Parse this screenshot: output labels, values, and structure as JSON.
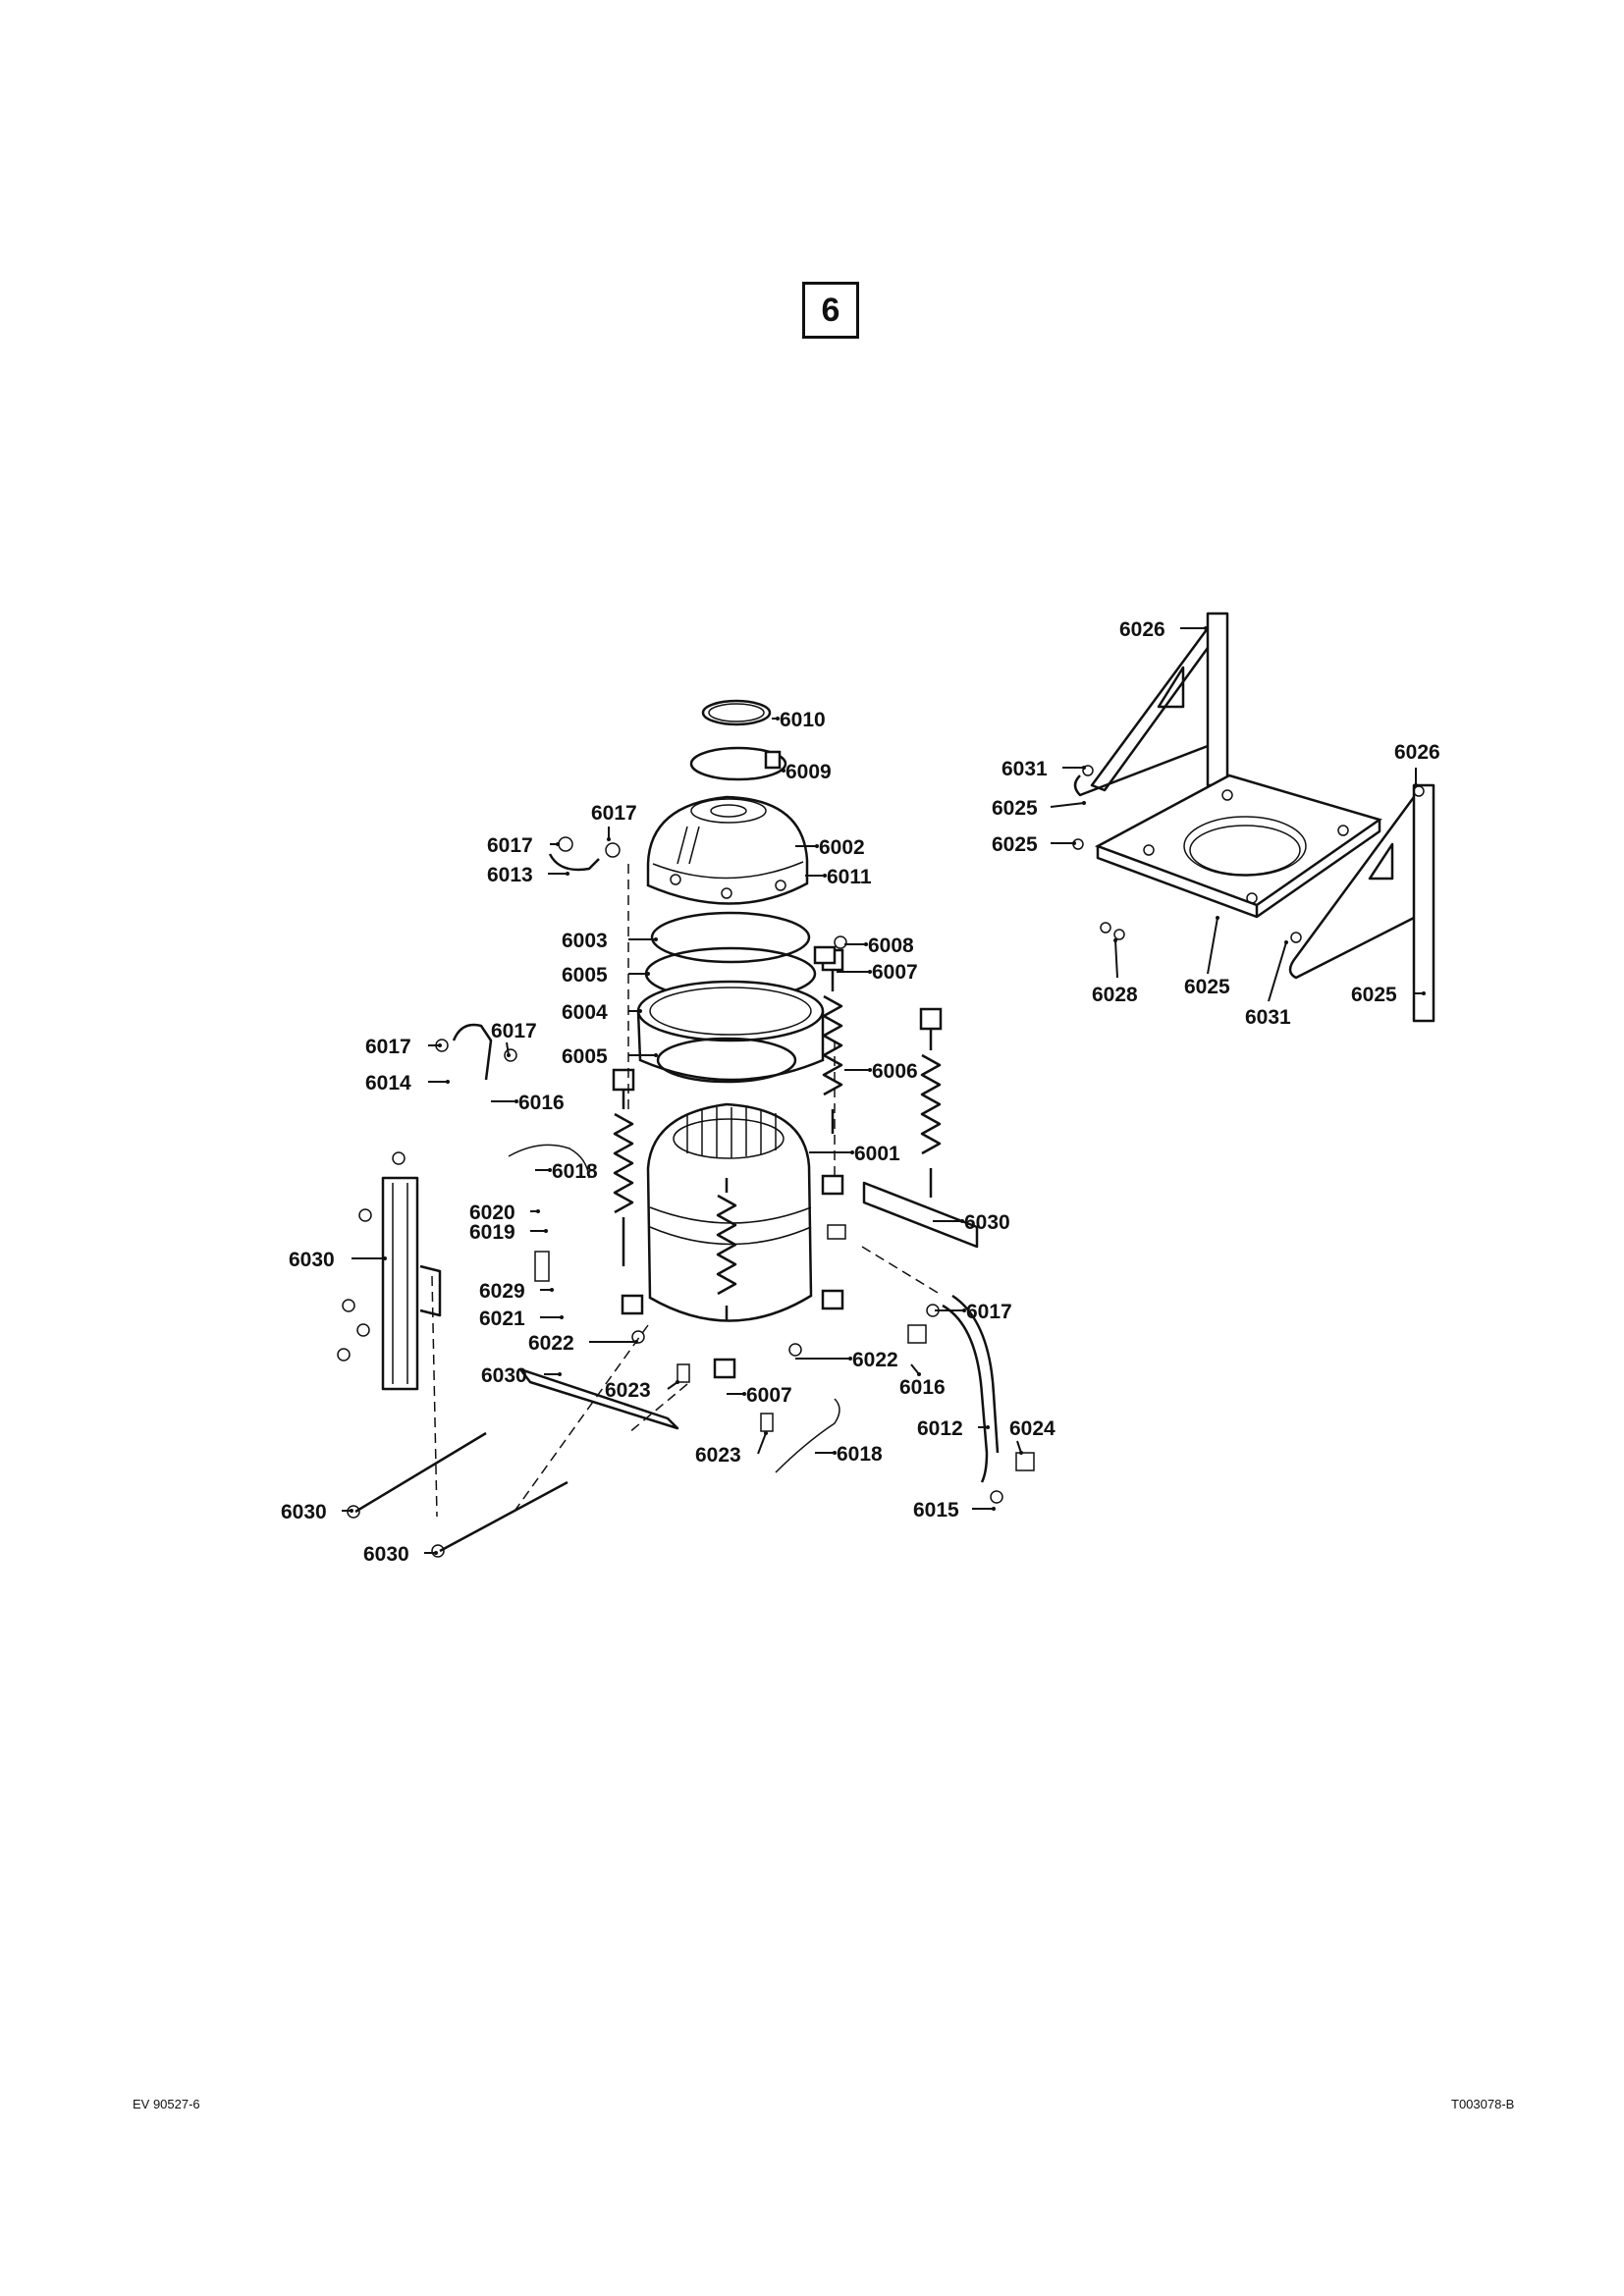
{
  "page_number": "6",
  "footer": {
    "left": "EV 90527-6",
    "right": "T003078-B"
  },
  "callouts": [
    {
      "id": "c6010",
      "label": "6010"
    },
    {
      "id": "c6009",
      "label": "6009"
    },
    {
      "id": "c6017a",
      "label": "6017"
    },
    {
      "id": "c6017b",
      "label": "6017"
    },
    {
      "id": "c6013",
      "label": "6013"
    },
    {
      "id": "c6002",
      "label": "6002"
    },
    {
      "id": "c6011",
      "label": "6011"
    },
    {
      "id": "c6003",
      "label": "6003"
    },
    {
      "id": "c6008",
      "label": "6008"
    },
    {
      "id": "c6005a",
      "label": "6005"
    },
    {
      "id": "c6007a",
      "label": "6007"
    },
    {
      "id": "c6004",
      "label": "6004"
    },
    {
      "id": "c6017c",
      "label": "6017"
    },
    {
      "id": "c6017d",
      "label": "6017"
    },
    {
      "id": "c6005b",
      "label": "6005"
    },
    {
      "id": "c6006",
      "label": "6006"
    },
    {
      "id": "c6014",
      "label": "6014"
    },
    {
      "id": "c6016a",
      "label": "6016"
    },
    {
      "id": "c6001",
      "label": "6001"
    },
    {
      "id": "c6018a",
      "label": "6018"
    },
    {
      "id": "c6020",
      "label": "6020"
    },
    {
      "id": "c6019",
      "label": "6019"
    },
    {
      "id": "c6030a",
      "label": "6030"
    },
    {
      "id": "c6030b",
      "label": "6030"
    },
    {
      "id": "c6029",
      "label": "6029"
    },
    {
      "id": "c6017e",
      "label": "6017"
    },
    {
      "id": "c6021",
      "label": "6021"
    },
    {
      "id": "c6022a",
      "label": "6022"
    },
    {
      "id": "c6022b",
      "label": "6022"
    },
    {
      "id": "c6016b",
      "label": "6016"
    },
    {
      "id": "c6030c",
      "label": "6030"
    },
    {
      "id": "c6023a",
      "label": "6023"
    },
    {
      "id": "c6007b",
      "label": "6007"
    },
    {
      "id": "c6012",
      "label": "6012"
    },
    {
      "id": "c6024",
      "label": "6024"
    },
    {
      "id": "c6023b",
      "label": "6023"
    },
    {
      "id": "c6018b",
      "label": "6018"
    },
    {
      "id": "c6030d",
      "label": "6030"
    },
    {
      "id": "c6015",
      "label": "6015"
    },
    {
      "id": "c6030e",
      "label": "6030"
    },
    {
      "id": "c6026a",
      "label": "6026"
    },
    {
      "id": "c6026b",
      "label": "6026"
    },
    {
      "id": "c6031a",
      "label": "6031"
    },
    {
      "id": "c6025a",
      "label": "6025"
    },
    {
      "id": "c6025b",
      "label": "6025"
    },
    {
      "id": "c6028",
      "label": "6028"
    },
    {
      "id": "c6025c",
      "label": "6025"
    },
    {
      "id": "c6031b",
      "label": "6031"
    },
    {
      "id": "c6025d",
      "label": "6025"
    }
  ]
}
